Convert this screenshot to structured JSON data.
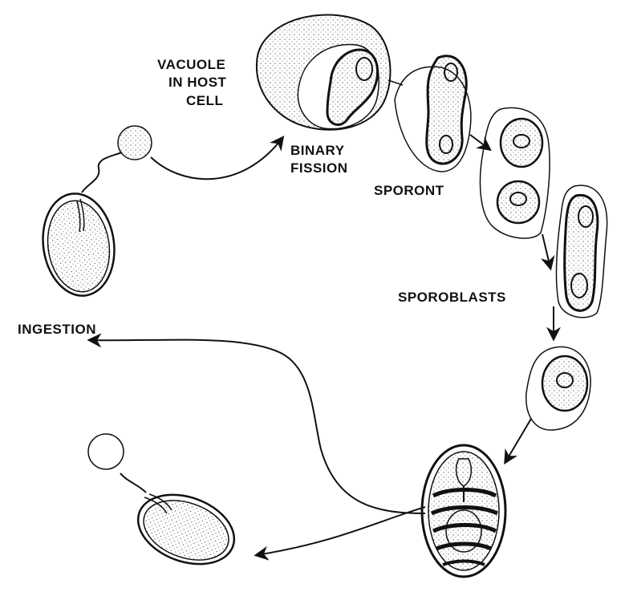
{
  "labels": {
    "vacuole_line1": "VACUOLE",
    "vacuole_line2": "IN HOST",
    "vacuole_line3": "CELL",
    "binary_line1": "BINARY",
    "binary_line2": "FISSION",
    "sporont": "SPORONT",
    "sporoblasts": "SPOROBLASTS",
    "ingestion": "INGESTION"
  },
  "colors": {
    "ink": "#111111",
    "background": "#ffffff"
  }
}
